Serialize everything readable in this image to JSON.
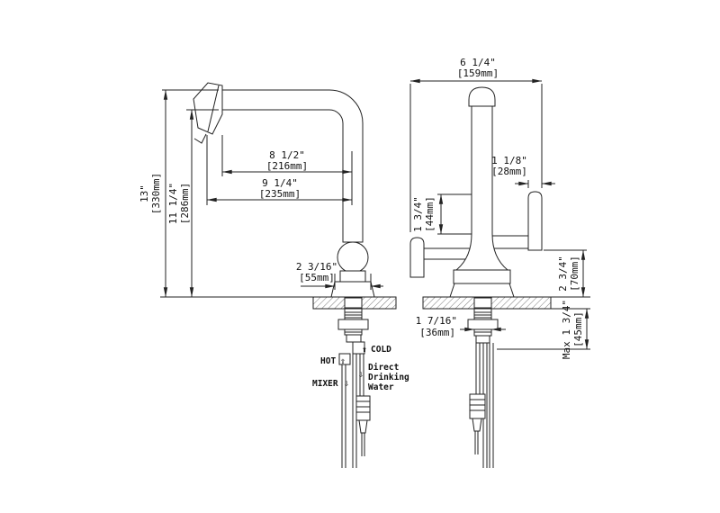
{
  "icons": {
    "arrow_up": "⇧",
    "arrow_down": "⇩"
  },
  "side_view": {
    "dim_spout_reach_in": "8 1/2\"",
    "dim_spout_reach_mm": "[216mm]",
    "dim_overall_reach_in": "9 1/4\"",
    "dim_overall_reach_mm": "[235mm]",
    "dim_overall_height_in": "13\"",
    "dim_overall_height_mm": "[330mm]",
    "dim_spout_height_in": "11 1/4\"",
    "dim_spout_height_mm": "[286mm]",
    "dim_base_width_in": "2 3/16\"",
    "dim_base_width_mm": "[55mm]",
    "label_hot": "HOT",
    "label_cold": "COLD",
    "label_mixer": "MIXER",
    "label_direct_line1": "Direct",
    "label_direct_line2": "Drinking",
    "label_direct_line3": "Water"
  },
  "front_view": {
    "dim_overall_width_in": "6 1/4\"",
    "dim_overall_width_mm": "[159mm]",
    "dim_handle_width_in": "1 1/8\"",
    "dim_handle_width_mm": "[28mm]",
    "dim_handle_height_in": "1 3/4\"",
    "dim_handle_height_mm": "[44mm]",
    "dim_base_height_in": "2 3/4\"",
    "dim_base_height_mm": "[70mm]",
    "dim_max_deck_in": "Max 1 3/4\"",
    "dim_max_deck_mm": "[45mm]",
    "dim_shank_in": "1 7/16\"",
    "dim_shank_mm": "[36mm]"
  }
}
